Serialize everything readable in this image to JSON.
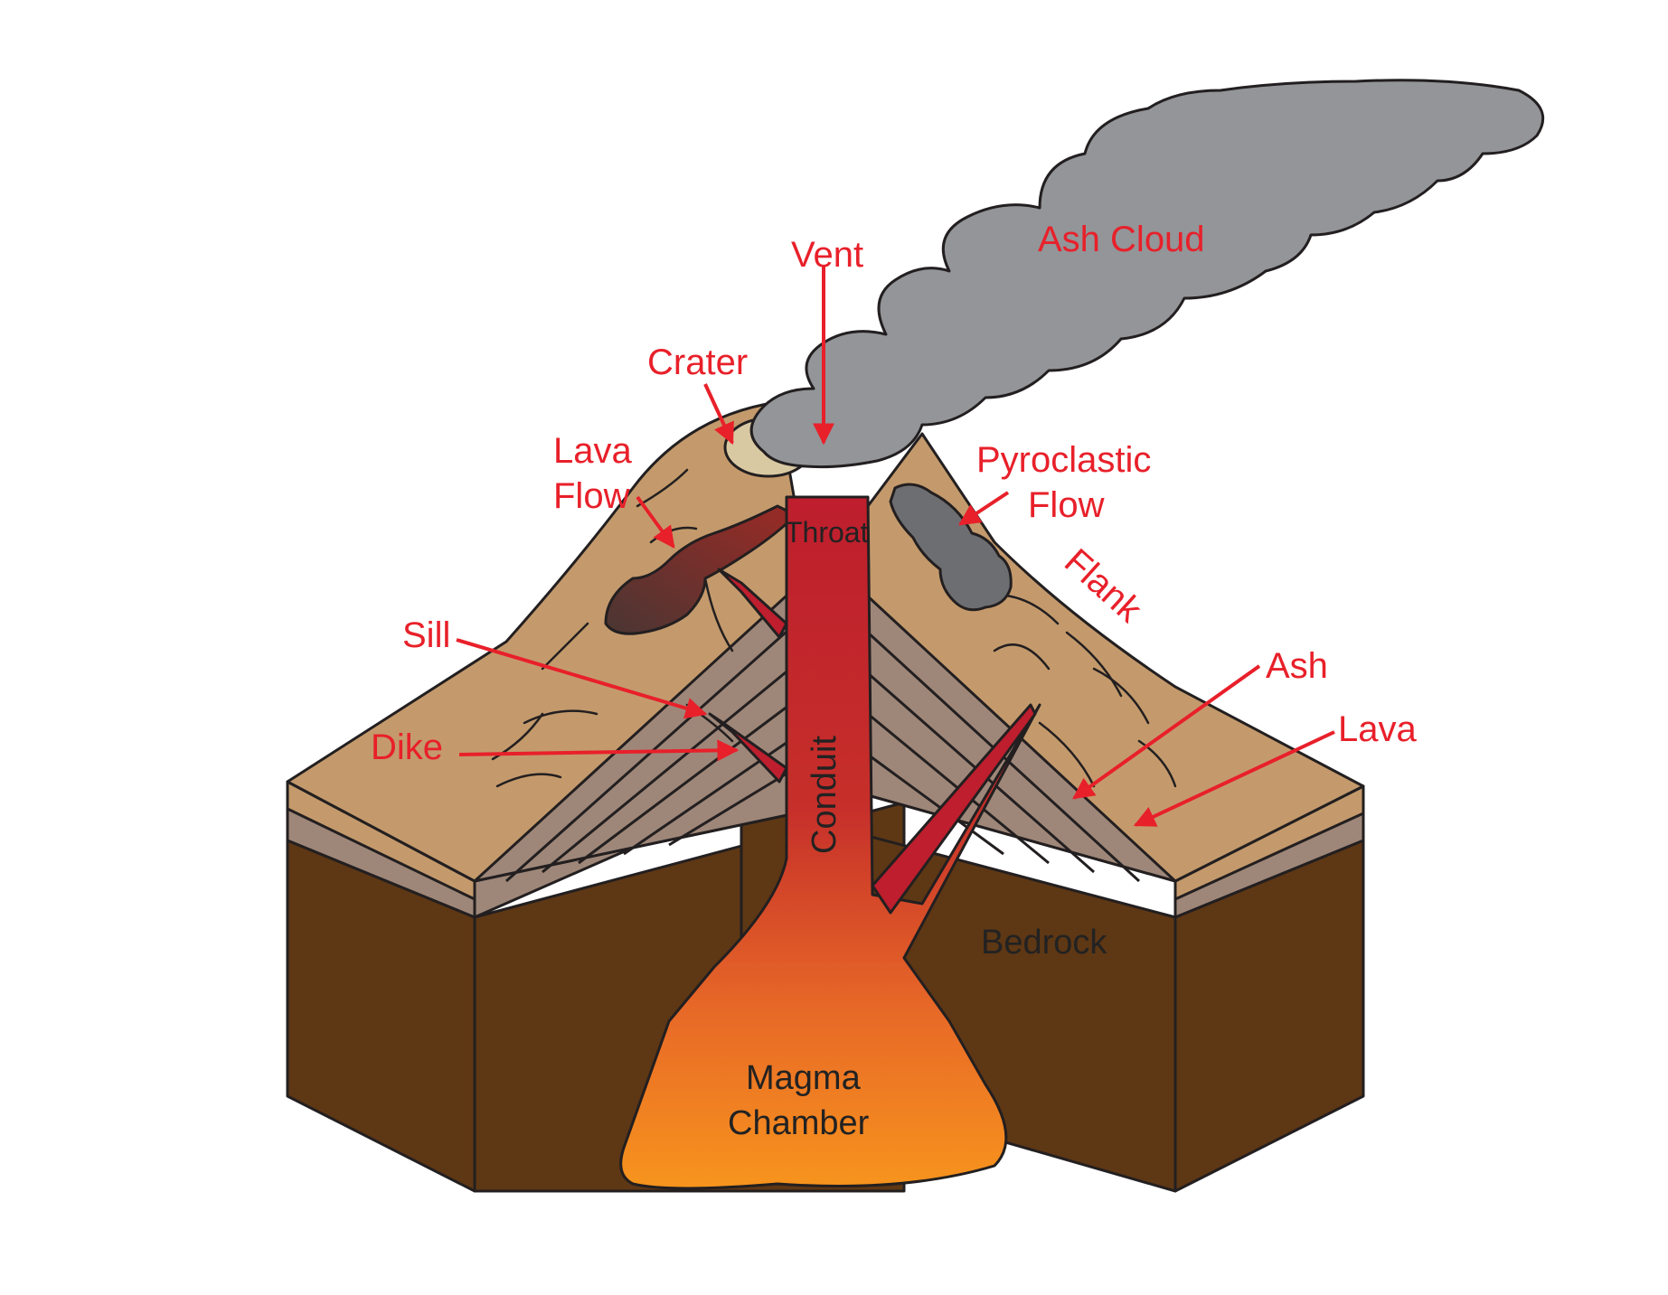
{
  "colors": {
    "label_red": "#e8202a",
    "label_dark": "#222222",
    "bedrock": "#5e3714",
    "cone_tan": "#c49a6c",
    "layer_gray": "#9e8779",
    "ash_cloud": "#939598",
    "pyroclastic": "#6d6e71",
    "magma_top": "#be1e2d",
    "magma_bottom": "#f7941d"
  },
  "labels": {
    "vent": "Vent",
    "ash_cloud": "Ash Cloud",
    "crater": "Crater",
    "lava_flow_line1": "Lava",
    "lava_flow_line2": "Flow",
    "pyroclastic_line1": "Pyroclastic",
    "pyroclastic_line2": "Flow",
    "throat": "Throat",
    "flank": "Flank",
    "sill": "Sill",
    "dike": "Dike",
    "conduit": "Conduit",
    "ash": "Ash",
    "lava": "Lava",
    "bedrock": "Bedrock",
    "magma_line1": "Magma",
    "magma_line2": "Chamber"
  }
}
